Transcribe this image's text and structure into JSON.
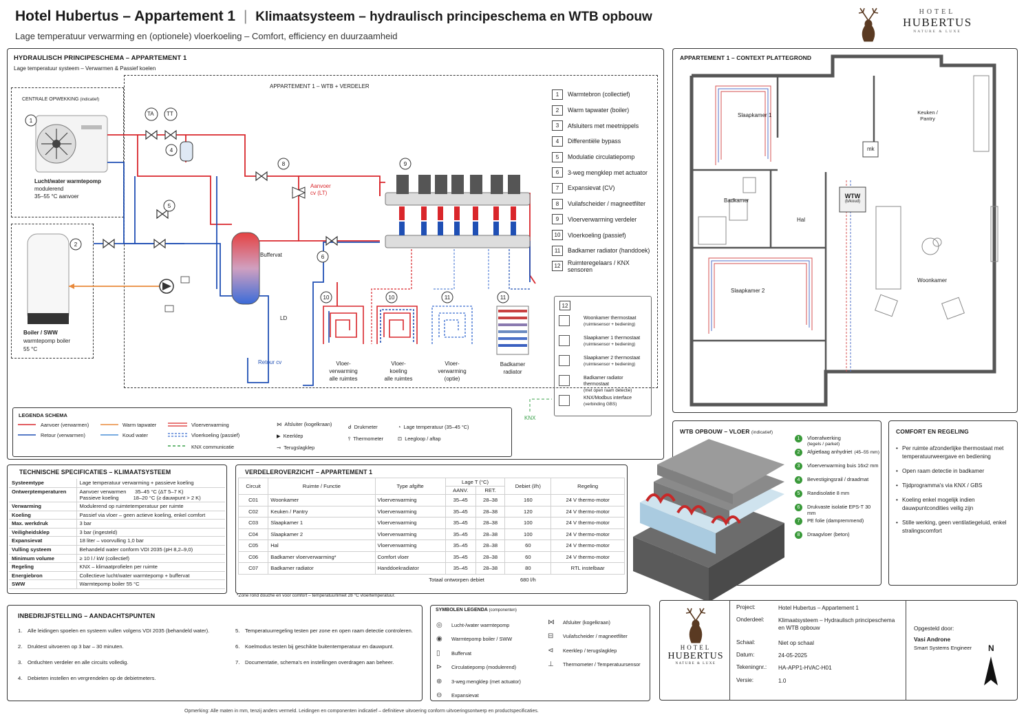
{
  "header": {
    "title": "Hotel Hubertus – Appartement 1",
    "subtitle_main": "Klimaatsysteem – hydraulisch principeschema en WTB opbouw",
    "tagline": "Lage temperatuur verwarming en (optionele) vloerkoeling – Comfort, efficiency en duurzaamheid",
    "logo": {
      "hotel": "HOTEL",
      "name": "HUBERTUS",
      "claim": "NATURE & LUXE"
    }
  },
  "scheme": {
    "title": "HYDRAULISCH PRINCIPESCHEMA – APPARTEMENT 1",
    "sub": "Lage temperatuur systeem – Verwarmen & Passief koelen",
    "central_title": "CENTRALE OPWEKKING",
    "central_hint": "(indicatief)",
    "wtb_title": "APPARTEMENT 1 – WTB + VERDELER",
    "heatpump_label": [
      "Lucht/water warmtepomp",
      "modulerend",
      "35–55 °C aanvoer"
    ],
    "boiler_label": [
      "Boiler / SWW",
      "warmtepomp boiler",
      "55 °C"
    ],
    "buffer_label": "Buffervat",
    "aanvoer_cv": [
      "Aanvoer",
      "cv (LT)"
    ],
    "retour_cv": "Retour cv",
    "ld": "LD",
    "knx": "KNX",
    "ta": "TA",
    "tt": "TT",
    "circuits": [
      {
        "num": "10",
        "label": [
          "Vloer-",
          "verwarming",
          "alle ruimtes"
        ]
      },
      {
        "num": "10",
        "label": [
          "Vloer-",
          "koeling",
          "alle ruimtes"
        ]
      },
      {
        "num": "11",
        "label": [
          "Vloer-",
          "verwarming",
          "(optie)"
        ]
      },
      {
        "num": "11",
        "label": [
          "Badkamer",
          "radiator"
        ]
      }
    ],
    "numlist": [
      {
        "n": "1",
        "t": "Warmtebron (collectief)"
      },
      {
        "n": "2",
        "t": "Warm tapwater (boiler)"
      },
      {
        "n": "3",
        "t": "Afsluiters met meetnippels"
      },
      {
        "n": "4",
        "t": "Differentiële bypass"
      },
      {
        "n": "5",
        "t": "Modulatie circulatiepomp"
      },
      {
        "n": "6",
        "t": "3-weg mengklep met actuator"
      },
      {
        "n": "7",
        "t": "Expansievat (CV)"
      },
      {
        "n": "8",
        "t": "Vuilafscheider / magneetfilter"
      },
      {
        "n": "9",
        "t": "Vloerverwarming verdeler"
      },
      {
        "n": "10",
        "t": "Vloerkoeling (passief)"
      },
      {
        "n": "11",
        "t": "Badkamer radiator (handdoek)"
      },
      {
        "n": "12",
        "t": "Ruimteregelaars / KNX sensoren"
      }
    ],
    "sensors_num": "12",
    "sensors": [
      {
        "t": "Woonkamer thermostaat",
        "s": "(ruimtesensor + bediening)"
      },
      {
        "t": "Slaapkamer 1 thermostaat",
        "s": "(ruimtesensor + bediening)"
      },
      {
        "t": "Slaapkamer 2 thermostaat",
        "s": "(ruimtesensor + bediening)"
      },
      {
        "t": "Badkamer radiator thermostaat",
        "s": "(met open raam detectie)"
      },
      {
        "t": "KNX/Modbus interface",
        "s": "(verbinding GBS)"
      }
    ]
  },
  "legend": {
    "title": "LEGENDA SCHEMA",
    "items": [
      {
        "label": "Aanvoer (verwarmen)",
        "color": "#d9262b",
        "style": "solid"
      },
      {
        "label": "Retour (verwarmen)",
        "color": "#1f4fb4",
        "style": "solid"
      },
      {
        "label": "Warm tapwater",
        "color": "#e8893a",
        "style": "solid"
      },
      {
        "label": "Koud water",
        "color": "#4a8fd6",
        "style": "solid"
      },
      {
        "label": "Vloerverwarming",
        "color": "#e04b4b",
        "style": "double"
      },
      {
        "label": "Vloerkoeling (passief)",
        "color": "#5b86d8",
        "style": "dashed-double"
      },
      {
        "label": "KNX communicatie",
        "color": "#3aa04a",
        "style": "dashed"
      }
    ],
    "symbols": [
      {
        "label": "Afsluiter (kogelkraan)"
      },
      {
        "label": "Keerklep"
      },
      {
        "label": "Terugslagklep"
      },
      {
        "label": "Drukmeter"
      },
      {
        "label": "Thermometer"
      },
      {
        "label": "Lage temperatuur (35–45 °C)"
      },
      {
        "label": "Leegloop / aftap"
      }
    ]
  },
  "plan": {
    "title": "APPARTEMENT 1 – CONTEXT PLATTEGROND",
    "rooms": [
      "Slaapkamer 1",
      "Keuken / Pantry",
      "Badkamer",
      "Hal",
      "Slaapkamer 2",
      "Woonkamer"
    ],
    "mk": "mk",
    "wtw": "WTW",
    "wtw_sub": "(b/koud)"
  },
  "specs": {
    "title": "TECHNISCHE SPECIFICATIES – KLIMAATSYSTEEM",
    "rows": [
      {
        "k": "Systeemtype",
        "v": "Lage temperatuur verwarming + passieve koeling"
      },
      {
        "k": "Ontwerptemperaturen",
        "v": "Aanvoer verwarmen      35–45 °C (ΔT 5–7 K)",
        "v2": "Passieve koeling          18–20 °C (≥ dauwpunt > 2 K)"
      },
      {
        "k": "Verwarming",
        "v": "Modulerend op ruimtetemperatuur per ruimte"
      },
      {
        "k": "Koeling",
        "v": "Passief via vloer – geen actieve koeling, enkel comfort"
      },
      {
        "k": "Max. werkdruk",
        "v": "3 bar"
      },
      {
        "k": "Veiligheidsklep",
        "v": "3 bar (ingesteld)"
      },
      {
        "k": "Expansievat",
        "v": "18 liter – voorvulling 1,0 bar"
      },
      {
        "k": "Vulling systeem",
        "v": "Behandeld water conform VDI 2035 (pH 8,2–9,0)"
      },
      {
        "k": "Minimum volume",
        "v": "≥ 10 l / kW (collectief)"
      },
      {
        "k": "Regeling",
        "v": "KNX – klimaatprofielen per ruimte"
      },
      {
        "k": "Energiebron",
        "v": "Collectieve lucht/water warmtepomp + buffervat"
      },
      {
        "k": "SWW",
        "v": "Warmtepomp boiler 55 °C"
      }
    ]
  },
  "verdeler": {
    "title": "VERDELEROVERZICHT – APPARTEMENT 1",
    "headers": {
      "circuit": "Circuit",
      "ruimte": "Ruimte / Functie",
      "type": "Type afgifte",
      "laget": "Lage T (°C)",
      "aanv": "AANV.",
      "ret": "RET.",
      "debiet": "Debiet (l/h)",
      "regeling": "Regeling"
    },
    "rows": [
      [
        "C01",
        "Woonkamer",
        "Vloerverwarming",
        "35–45",
        "28–38",
        "160",
        "24 V thermo-motor"
      ],
      [
        "C02",
        "Keuken / Pantry",
        "Vloerverwarming",
        "35–45",
        "28–38",
        "120",
        "24 V thermo-motor"
      ],
      [
        "C03",
        "Slaapkamer 1",
        "Vloerverwarming",
        "35–45",
        "28–38",
        "100",
        "24 V thermo-motor"
      ],
      [
        "C04",
        "Slaapkamer 2",
        "Vloerverwarming",
        "35–45",
        "28–38",
        "100",
        "24 V thermo-motor"
      ],
      [
        "C05",
        "Hal",
        "Vloerverwarming",
        "35–45",
        "28–38",
        "60",
        "24 V thermo-motor"
      ],
      [
        "C06",
        "Badkamer vloerverwarming*",
        "Comfort vloer",
        "35–45",
        "28–38",
        "60",
        "24 V thermo-motor"
      ],
      [
        "C07",
        "Badkamer radiator",
        "Handdoekradiator",
        "35–45",
        "28–38",
        "80",
        "RTL instelbaar"
      ]
    ],
    "total_label": "Totaal ontworpen debiet",
    "total_value": "680 l/h",
    "note": "*Zone rond douche en voor comfort – temperatuurlimiet 28 °C vloertemperatuur."
  },
  "wtb": {
    "title": "WTB OPBOUW – VLOER",
    "hint": "(indicatief)",
    "layers": [
      {
        "n": "1",
        "t": "Vloerafwerking",
        "s": "(tegels / parket)"
      },
      {
        "n": "2",
        "t": "Afgietlaag anhydriet",
        "s": "(45–55 mm)"
      },
      {
        "n": "3",
        "t": "Vloerverwarming buis 16x2 mm",
        "s": ""
      },
      {
        "n": "4",
        "t": "Bevestigingsrail / draadmat",
        "s": ""
      },
      {
        "n": "5",
        "t": "Randisolatie 8 mm",
        "s": ""
      },
      {
        "n": "6",
        "t": "Drukvaste isolatie EPS-T 30 mm",
        "s": ""
      },
      {
        "n": "7",
        "t": "PE folie (dampremmend)",
        "s": ""
      },
      {
        "n": "8",
        "t": "Draagvloer (beton)",
        "s": ""
      }
    ]
  },
  "comfort": {
    "title": "COMFORT EN REGELING",
    "items": [
      "Per ruimte afzonderlijke thermostaat met temperatuurweergave en bediening",
      "Open raam detectie in badkamer",
      "Tijdprogramma's via KNX / GBS",
      "Koeling enkel mogelijk indien dauwpuntcondities veilig zijn",
      "Stille werking, geen ventilatiegeluid, enkel stralingscomfort"
    ]
  },
  "commissioning": {
    "title": "INBEDRIJFSTELLING – AANDACHTSPUNTEN",
    "items": [
      "Alle leidingen spoelen en systeem vullen volgens VDI 2035 (behandeld water).",
      "Druktest uitvoeren op 3 bar – 30 minuten.",
      "Ontluchten verdeler en alle circuits volledig.",
      "Debieten instellen en vergrendelen op de debietmeters.",
      "Temperatuurregeling testen per zone en open raam detectie controleren.",
      "Koelmodus testen bij geschikte buitentemperatuur en dauwpunt.",
      "Documentatie, schema's en instellingen overdragen aan beheer."
    ]
  },
  "symbols": {
    "title": "SYMBOLEN LEGENDA",
    "hint": "(componenten)",
    "items": [
      {
        "label": "Lucht-/water warmtepomp"
      },
      {
        "label": "Warmtepomp boiler / SWW"
      },
      {
        "label": "Buffervat"
      },
      {
        "label": "Circulatiepomp (modulerend)"
      },
      {
        "label": "3-weg mengklep (met actuator)"
      },
      {
        "label": "Expansievat"
      },
      {
        "label": "Afsluiter (kogelkraan)"
      },
      {
        "label": "Vuilafscheider / magneetfilter"
      },
      {
        "label": "Keerklep / terugslagklep"
      },
      {
        "label": "Thermometer / Temperatuursensor"
      }
    ]
  },
  "titleblock": {
    "rows": [
      {
        "k": "Project:",
        "v": "Hotel Hubertus – Appartement 1"
      },
      {
        "k": "Onderdeel:",
        "v": "Klimaatsysteem – Hydraulisch principeschema",
        "v2": "en WTB opbouw"
      },
      {
        "k": "Schaal:",
        "v": "Niet op schaal"
      },
      {
        "k": "Datum:",
        "v": "24-05-2025"
      },
      {
        "k": "Tekeningnr.:",
        "v": "HA-APP1-HVAC-H01"
      },
      {
        "k": "Versie:",
        "v": "1.0"
      }
    ],
    "made_by_label": "Opgesteld door:",
    "made_by_name": "Vasi Androne",
    "made_by_role": "Smart Systems Engineer",
    "north": "N"
  },
  "footer": "Opmerking: Alle maten in mm, tenzij anders vermeld. Leidingen en componenten indicatief – definitieve uitvoering conform uitvoeringsontwerp en productspecificaties."
}
